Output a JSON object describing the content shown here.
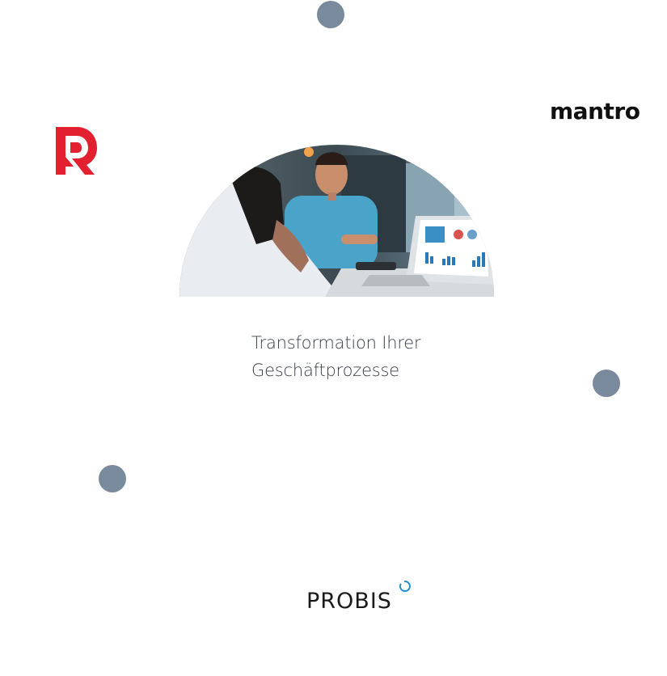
{
  "logos": {
    "mantro": "mantro",
    "probis": "PROBIS",
    "r_logo_icon": "r-brand-icon",
    "r_logo_color": "#e2202f",
    "probis_ring_color": "#1e90d0"
  },
  "hero_image": {
    "icon": "meeting-photo",
    "alt": ""
  },
  "caption": {
    "line1": "Transformation Ihrer",
    "line2": "Geschäftprozesse"
  },
  "colors": {
    "dots": "#7a8a9d",
    "text": "#3a3f47"
  }
}
